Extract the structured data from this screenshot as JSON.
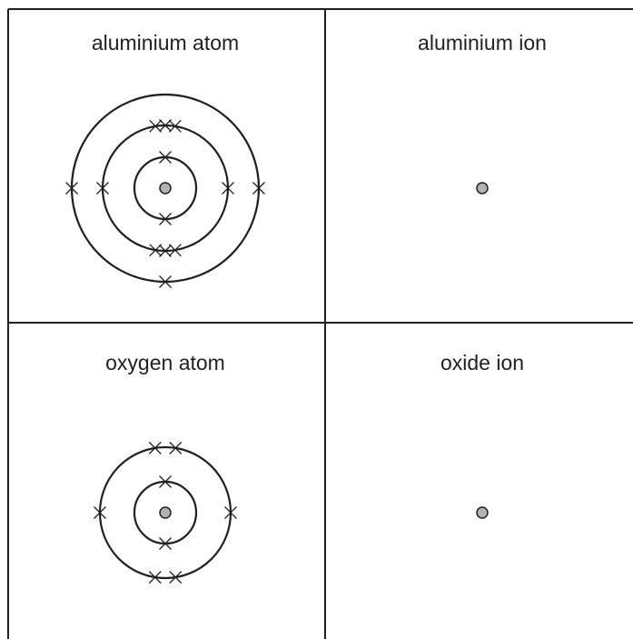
{
  "panels": {
    "aluminium_atom": {
      "title": "aluminium atom",
      "shells": [
        2,
        8,
        3
      ]
    },
    "aluminium_ion": {
      "title": "aluminium ion",
      "shells": []
    },
    "oxygen_atom": {
      "title": "oxygen atom",
      "shells": [
        2,
        6
      ]
    },
    "oxide_ion": {
      "title": "oxide ion",
      "shells": []
    }
  },
  "colors": {
    "line": "#231f20",
    "nucleus_fill": "#b3b3b3",
    "background": "#ffffff"
  },
  "symbols": {
    "electron": "cross-mark",
    "nucleus": "grey-dot"
  }
}
